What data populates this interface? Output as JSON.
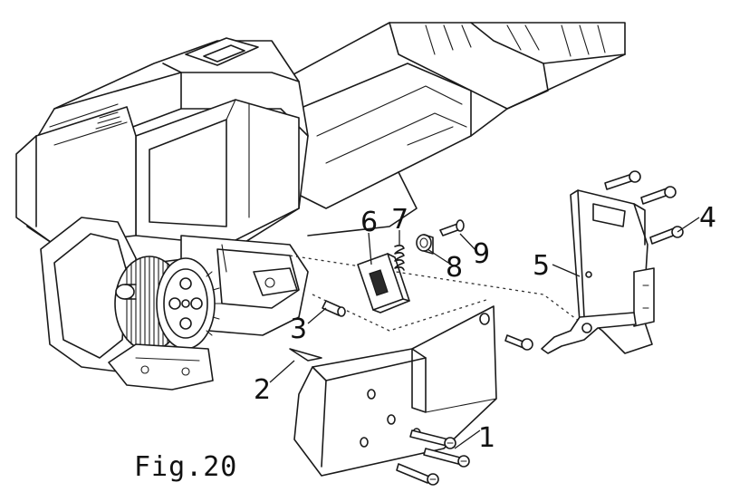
{
  "figure": {
    "caption": "Fig.20"
  },
  "callouts": [
    {
      "id": "1",
      "label": "1"
    },
    {
      "id": "2",
      "label": "2"
    },
    {
      "id": "3",
      "label": "3"
    },
    {
      "id": "4",
      "label": "4"
    },
    {
      "id": "5",
      "label": "5"
    },
    {
      "id": "6",
      "label": "6"
    },
    {
      "id": "7",
      "label": "7"
    },
    {
      "id": "8",
      "label": "8"
    },
    {
      "id": "9",
      "label": "9"
    }
  ]
}
